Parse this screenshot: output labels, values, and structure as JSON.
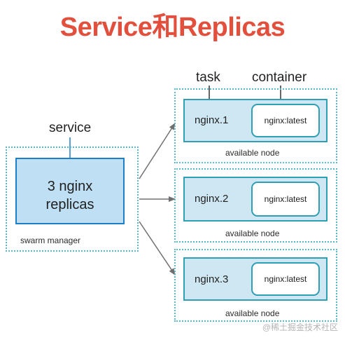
{
  "title": "Service和Replicas",
  "service": {
    "label": "service",
    "box_text_line1": "3 nginx",
    "box_text_line2": "replicas",
    "manager_label": "swarm manager"
  },
  "labels": {
    "task": "task",
    "container": "container"
  },
  "nodes": [
    {
      "task": "nginx.1",
      "container": "nginx:latest",
      "node_label": "available node"
    },
    {
      "task": "nginx.2",
      "container": "nginx:latest",
      "node_label": "available node"
    },
    {
      "task": "nginx.3",
      "container": "nginx:latest",
      "node_label": "available node"
    }
  ],
  "watermark": "@稀土掘金技术社区",
  "colors": {
    "title": "#e2503d",
    "dotted_border": "#5ab8cf",
    "service_fill": "#bfe0f4",
    "service_border": "#1c7fc8",
    "task_fill": "#cfe7f2",
    "task_border": "#2f9fb3",
    "arrow": "#707070"
  }
}
